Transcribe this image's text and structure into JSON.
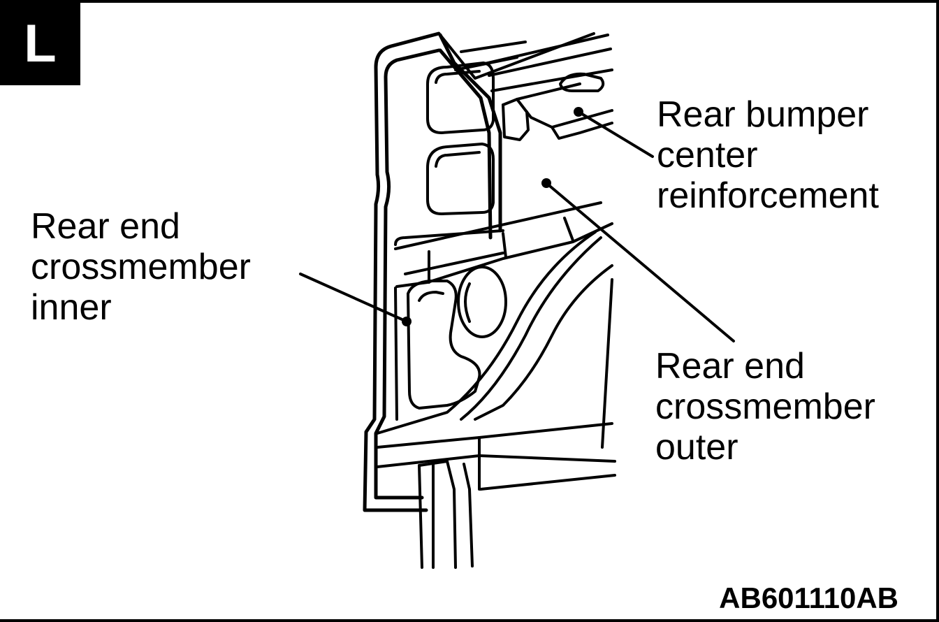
{
  "badge": "L",
  "labels": {
    "bumper": "Rear bumper\ncenter\nreinforcement",
    "inner": "Rear end\ncrossmember\ninner",
    "outer": "Rear end\ncrossmember\nouter"
  },
  "figure_code": "AB601110AB"
}
